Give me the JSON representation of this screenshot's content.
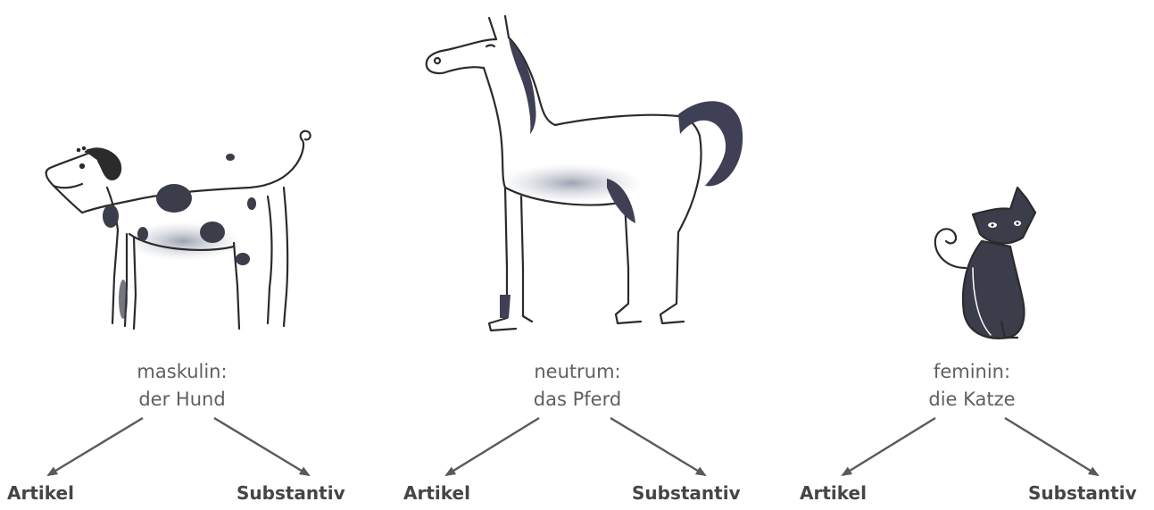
{
  "groups": [
    {
      "animal": "dog",
      "gender_label": "maskulin:",
      "noun_phrase": "der Hund",
      "left_term": "Artikel",
      "right_term": "Substantiv"
    },
    {
      "animal": "horse",
      "gender_label": "neutrum:",
      "noun_phrase": "das Pferd",
      "left_term": "Artikel",
      "right_term": "Substantiv"
    },
    {
      "animal": "cat",
      "gender_label": "feminin:",
      "noun_phrase": "die Katze",
      "left_term": "Artikel",
      "right_term": "Substantiv"
    }
  ],
  "colors": {
    "ink": "#2b2b2b",
    "spots": "#3b3d4a",
    "wash": "#9aa0ad",
    "mane": "#3f3f55",
    "caption_text": "#5f5f5f",
    "term_text": "#454545",
    "arrow": "#5a5a5a"
  }
}
